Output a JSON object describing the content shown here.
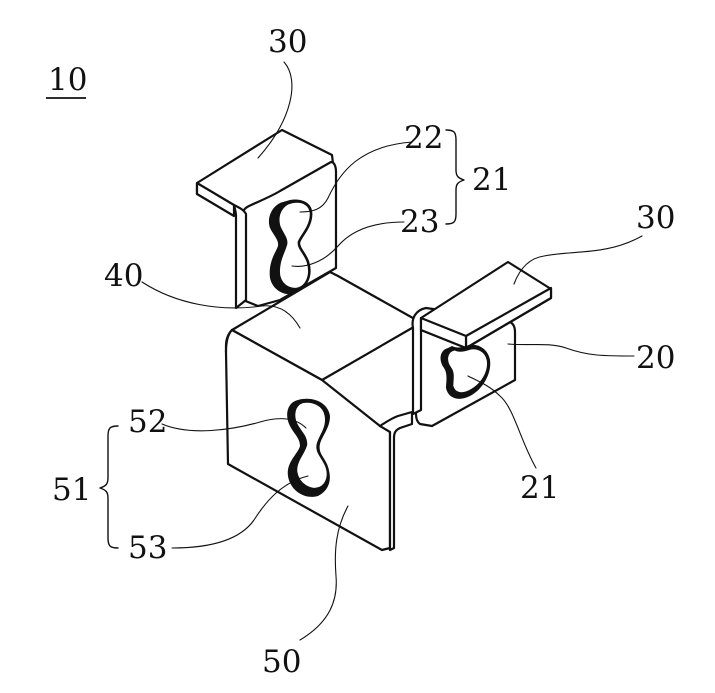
{
  "figure": {
    "assembly_label": "10",
    "labels": {
      "tab_left": "30",
      "tab_right": "30",
      "slot_top_upper": "22",
      "slot_group_top": "21",
      "slot_top_lower": "23",
      "base_plate": "40",
      "side_plate_right": "20",
      "slot_right": "21",
      "front_slot_upper": "52",
      "front_slot_group": "51",
      "front_slot_lower": "53",
      "front_plate": "50"
    }
  }
}
